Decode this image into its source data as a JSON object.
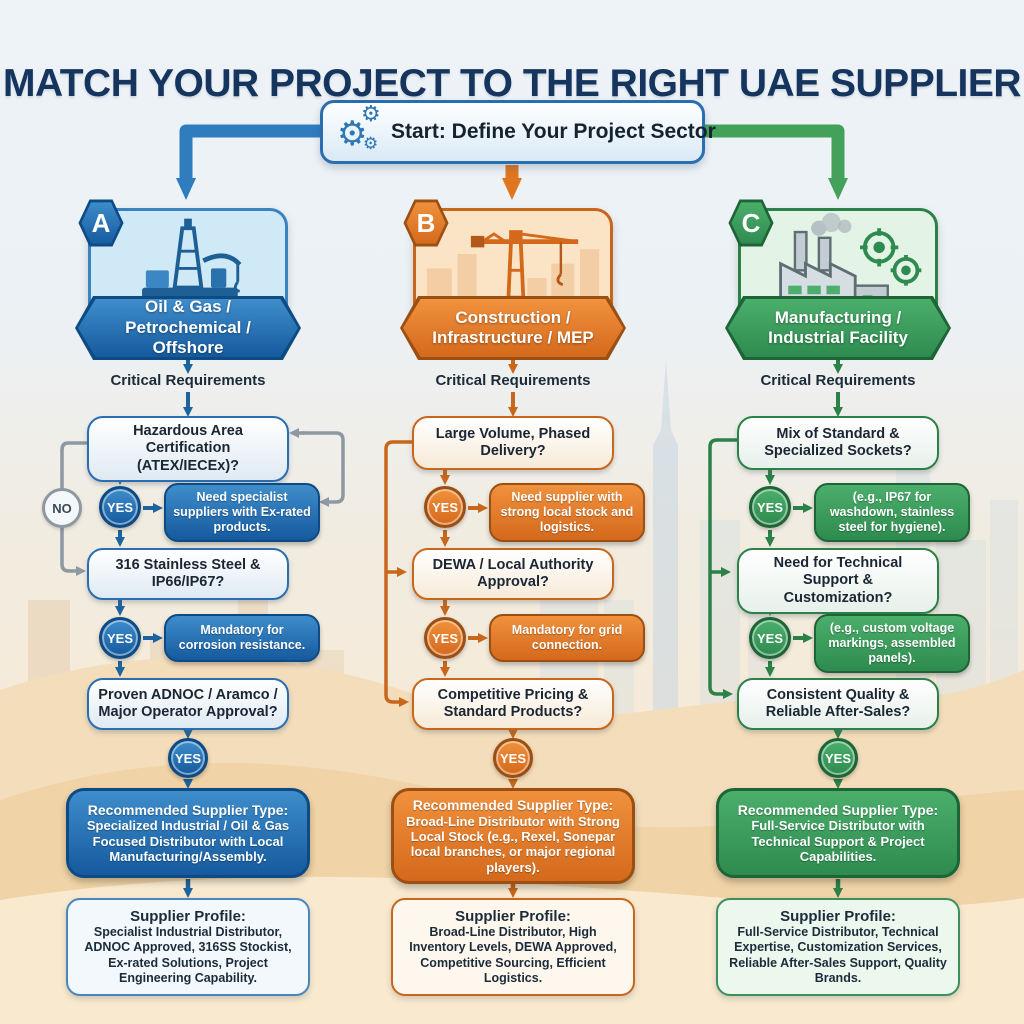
{
  "title": "MATCH YOUR PROJECT TO THE RIGHT UAE SUPPLIER",
  "start": {
    "label": "Start: Define Your Project Sector",
    "icon": "gears-icon"
  },
  "labels": {
    "critical": "Critical Requirements",
    "yes": "YES",
    "no": "NO"
  },
  "colors": {
    "title": "#16355e",
    "blue": "#1d67ab",
    "orange": "#d4691c",
    "green": "#2e8b4f"
  },
  "columns": [
    {
      "id": "A",
      "icon": "oil-rig-icon",
      "sector": "Oil & Gas / Petrochemical / Offshore",
      "questions": [
        "Hazardous Area Certification (ATEX/IECEx)?",
        "316 Stainless Steel & IP66/IP67?",
        "Proven ADNOC / Aramco / Major Operator Approval?"
      ],
      "notes": [
        "Need specialist suppliers with Ex-rated products.",
        "Mandatory for corrosion resistance."
      ],
      "recommended_title": "Recommended Supplier Type:",
      "recommended_body": "Specialized Industrial / Oil & Gas Focused Distributor with Local Manufacturing/Assembly.",
      "profile_title": "Supplier Profile:",
      "profile_body": "Specialist Industrial Distributor, ADNOC Approved, 316SS Stockist, Ex-rated Solutions, Project Engineering Capability."
    },
    {
      "id": "B",
      "icon": "construction-crane-icon",
      "sector": "Construction / Infrastructure / MEP",
      "questions": [
        "Large Volume, Phased Delivery?",
        "DEWA / Local Authority Approval?",
        "Competitive Pricing & Standard Products?"
      ],
      "notes": [
        "Need supplier with strong local stock and logistics.",
        "Mandatory for grid connection."
      ],
      "recommended_title": "Recommended Supplier Type:",
      "recommended_body": "Broad-Line Distributor with Strong Local Stock (e.g., Rexel, Sonepar local branches, or major regional players).",
      "profile_title": "Supplier Profile:",
      "profile_body": "Broad-Line Distributor, High Inventory Levels, DEWA Approved, Competitive Sourcing, Efficient Logistics."
    },
    {
      "id": "C",
      "icon": "factory-icon",
      "sector": "Manufacturing / Industrial Facility",
      "questions": [
        "Mix of Standard & Specialized Sockets?",
        "Need for Technical Support & Customization?",
        "Consistent Quality & Reliable After-Sales?"
      ],
      "notes": [
        "(e.g., IP67 for washdown, stainless steel for hygiene).",
        "(e.g., custom voltage markings, assembled panels)."
      ],
      "recommended_title": "Recommended Supplier Type:",
      "recommended_body": "Full-Service Distributor with Technical Support & Project Capabilities.",
      "profile_title": "Supplier Profile:",
      "profile_body": "Full-Service Distributor, Technical Expertise, Customization Services, Reliable After-Sales Support, Quality Brands."
    }
  ]
}
